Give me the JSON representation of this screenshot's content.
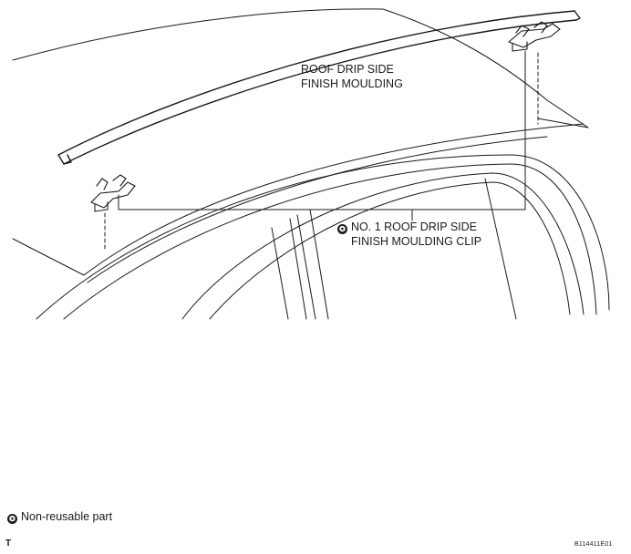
{
  "parts": {
    "moulding": {
      "label_lines": [
        "ROOF DRIP SIDE",
        "FINISH MOULDING"
      ]
    },
    "clip": {
      "non_reusable_symbol": "✪",
      "label_lines": [
        "NO. 1 ROOF DRIP SIDE",
        "FINISH MOULDING CLIP"
      ]
    }
  },
  "legend": {
    "symbol": "✪",
    "text": "Non-reusable part"
  },
  "corner_code": "T",
  "figure_id": "B114411E01",
  "colors": {
    "line": "#1a1a1a",
    "background": "#ffffff"
  }
}
